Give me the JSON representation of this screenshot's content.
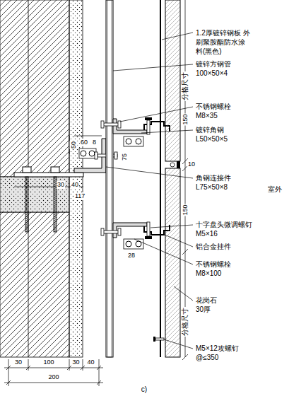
{
  "diagram": {
    "caption": "c)",
    "labels": [
      "1.2厚镀锌钢板 外刷聚胺酯防水涂料(黑色)",
      "镀锌方钢管",
      "100×50×4",
      "不锈钢螺栓",
      "M8×35",
      "镀锌角钢",
      "L50×50×5",
      "角钢连接件",
      "L75×50×8",
      "十字盘头微调螺钉",
      "M5×16",
      "铝合金挂件",
      "不锈钢螺栓",
      "M8×100",
      "花岗石",
      "30厚",
      "M5×12攻螺钉",
      "@≤350",
      "室外",
      "分格尺寸",
      "150",
      "10",
      "150",
      "分格尺寸",
      "50",
      "60",
      "8",
      "40",
      "30",
      "75",
      "117",
      "28",
      "30",
      "100",
      "30",
      "40",
      "200"
    ]
  }
}
